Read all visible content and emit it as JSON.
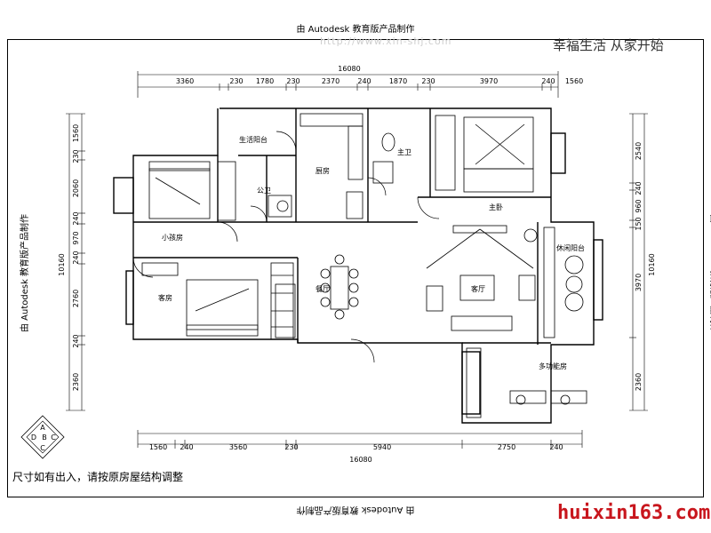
{
  "stamp": "由 Autodesk 教育版产品制作",
  "watermark": "http://www.xin-shj.com",
  "slogan": "幸福生活 从家开始",
  "note": "尺寸如有出入，请按原房屋结构调整",
  "site": "huixin163.com",
  "total_width": "16080",
  "total_height": "10160",
  "dims_top": [
    "3360",
    "230",
    "1780",
    "230",
    "2370",
    "240",
    "1870",
    "230",
    "3970",
    "240",
    "1560"
  ],
  "dims_bottom": [
    "1560",
    "240",
    "3560",
    "230",
    "5940",
    "2750",
    "240"
  ],
  "dims_left": [
    "1560",
    "230",
    "2060",
    "240",
    "970",
    "240",
    "2760",
    "240",
    "2360"
  ],
  "dims_right": [
    "2540",
    "240",
    "960",
    "150",
    "3970",
    "2360"
  ],
  "rooms": {
    "living_balcony": "生活阳台",
    "kitchen": "厨房",
    "master_bath": "主卫",
    "public_bath": "公卫",
    "master_bedroom": "主卧",
    "kids_room": "小孩房",
    "guest_room": "客房",
    "dining": "餐厅",
    "living": "客厅",
    "leisure_balcony": "休闲阳台",
    "multi_room": "多功能房"
  },
  "compass": {
    "top": "A",
    "left": "D",
    "center": "B",
    "right": "C",
    "bottom": "C"
  }
}
